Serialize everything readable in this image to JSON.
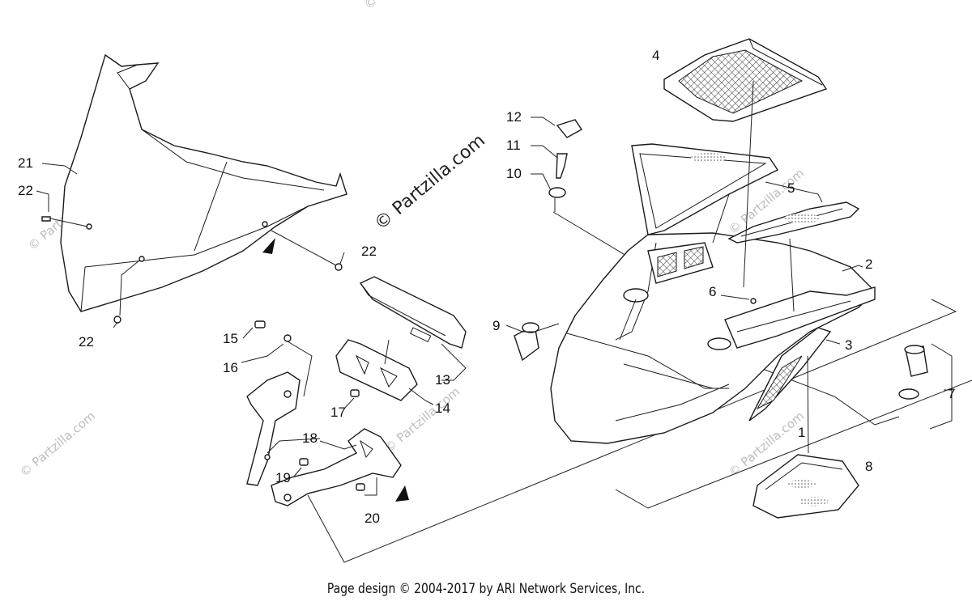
{
  "diagram": {
    "callouts": [
      "1",
      "2",
      "3",
      "4",
      "5",
      "6",
      "7",
      "8",
      "9",
      "10",
      "11",
      "12",
      "13",
      "14",
      "15",
      "16",
      "17",
      "18",
      "19",
      "20",
      "21",
      "22"
    ],
    "watermark_main": "© Partzilla.com",
    "watermark_faint": "© Partzilla.com"
  },
  "footer": {
    "text": "Page design © 2004-2017 by ARI Network Services, Inc."
  }
}
